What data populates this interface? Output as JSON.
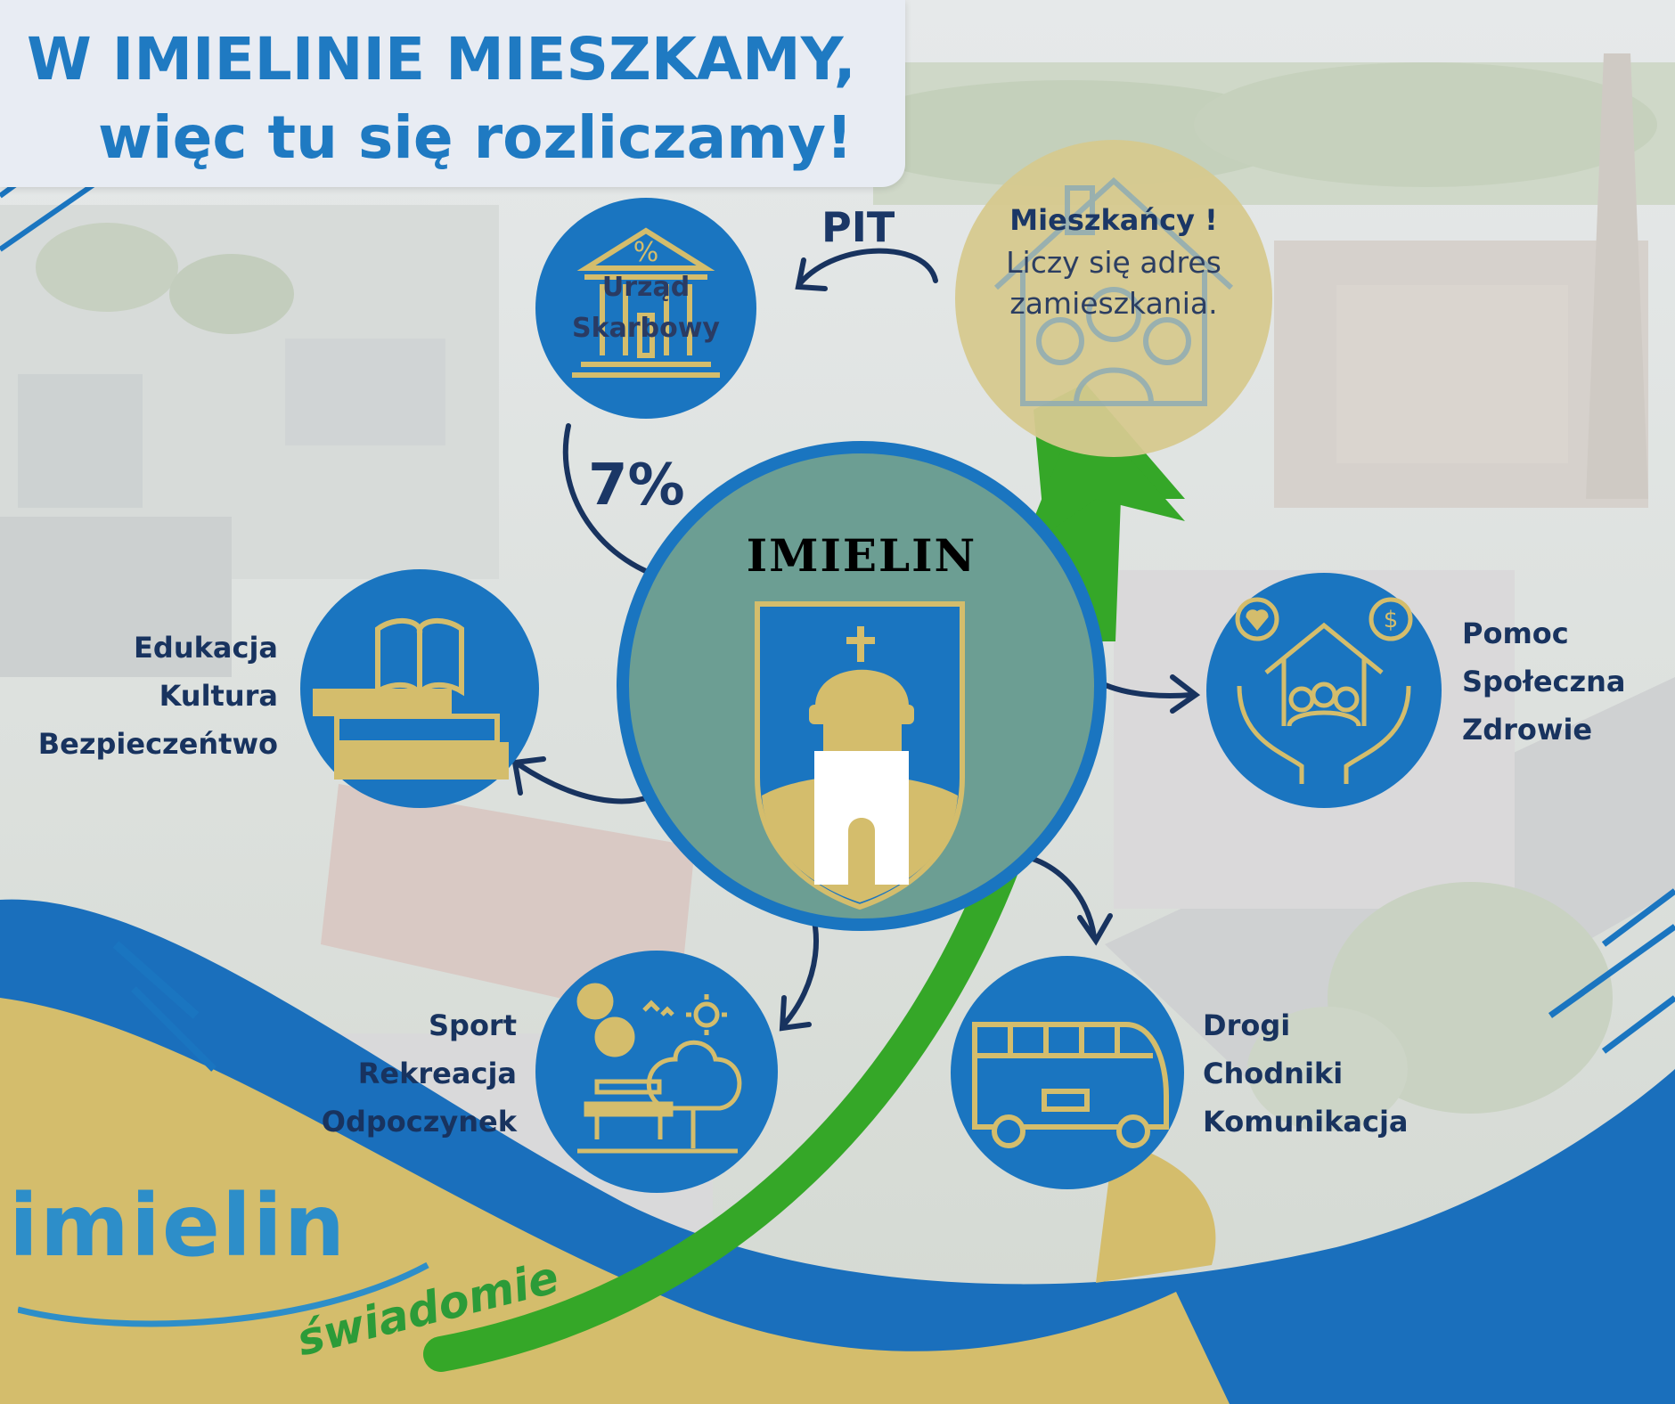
{
  "header": {
    "line1": "W IMIELINIE MIESZKAMY,",
    "line2": "więc tu się rozliczamy!"
  },
  "flow": {
    "pit": "PIT",
    "percent": "7%"
  },
  "residents": {
    "title": "Mieszkańcy !",
    "line1": "Liczy się adres",
    "line2": "zamieszkania."
  },
  "office": {
    "line1": "Urząd",
    "line2": "Skarbowy"
  },
  "center": {
    "crest_word": "IMIELIN"
  },
  "categories": {
    "education": [
      "Edukacja",
      "Kultura",
      "Bezpieczeńtwo"
    ],
    "social": [
      "Pomoc",
      "Społeczna",
      "Zdrowie"
    ],
    "sport": [
      "Sport",
      "Rekreacja",
      "Odpoczynek"
    ],
    "roads": [
      "Drogi",
      "Chodniki",
      "Komunikacja"
    ]
  },
  "logo": {
    "word": "imielin",
    "tagline": "świadomie"
  },
  "icons": {
    "office": "bank-building-icon",
    "education": "books-icon",
    "social": "helping-hands-house-icon",
    "sport": "park-bench-tree-icon",
    "roads": "bus-icon",
    "residents": "house-people-icon",
    "crest": "church-crest-icon"
  },
  "colors": {
    "primary_blue": "#1a75c0",
    "dark_navy": "#18335f",
    "gold": "#d4bd6c",
    "green": "#35a728",
    "crest_teal": "#6c9e93"
  }
}
